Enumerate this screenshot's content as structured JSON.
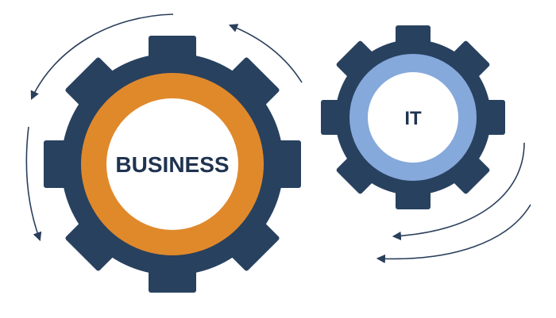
{
  "colors": {
    "gear_body": "#28415f",
    "business_ring": "#e0892b",
    "it_ring": "#86a9dc",
    "center_fill": "#ffffff",
    "label_text": "#1f3350",
    "arrow": "#2a3f5c"
  },
  "gears": [
    {
      "id": "business",
      "label": "BUSINESS",
      "teeth": 8,
      "ring_color_key": "business_ring"
    },
    {
      "id": "it",
      "label": "IT",
      "teeth": 8,
      "ring_color_key": "it_ring"
    }
  ],
  "arrows": [
    {
      "id": "business-top-arrow",
      "direction": "counterclockwise"
    },
    {
      "id": "business-left-arrow",
      "direction": "counterclockwise"
    },
    {
      "id": "business-to-it-arrow",
      "direction": "toward-business"
    },
    {
      "id": "it-lower-arrow-1",
      "direction": "toward-business"
    },
    {
      "id": "it-lower-arrow-2",
      "direction": "toward-business"
    }
  ]
}
